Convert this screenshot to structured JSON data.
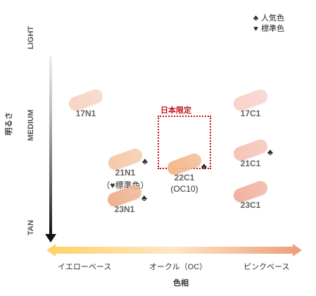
{
  "legend": [
    {
      "symbol": "♣",
      "label": "人気色"
    },
    {
      "symbol": "♥",
      "label": "標準色"
    }
  ],
  "axis": {
    "y_title": "明るさ",
    "y_ticks": [
      "LIGHT",
      "MEDIUM",
      "TAN"
    ],
    "x_title": "色相",
    "x_ticks": [
      "イエローベース",
      "オークル（OC）",
      "ピンクベース"
    ]
  },
  "highlight_label": "日本限定",
  "chart_data": {
    "type": "scatter",
    "xlabel": "色相",
    "ylabel": "明るさ",
    "x_categories": [
      "イエローベース",
      "オークル（OC）",
      "ピンクベース"
    ],
    "y_categories": [
      "LIGHT",
      "MEDIUM",
      "TAN"
    ],
    "points": [
      {
        "code": "17N1",
        "hue": "イエローベース",
        "brightness": 0.55,
        "color": "#f8d3c4",
        "popular": false
      },
      {
        "code": "21N1",
        "sub": "（♥標準色）",
        "hue": "イエローベース",
        "brightness": 1.2,
        "color": "#f5c9a8",
        "popular": true
      },
      {
        "code": "23N1",
        "hue": "イエローベース",
        "brightness": 1.6,
        "color": "#efb190",
        "popular": true
      },
      {
        "code": "22C1",
        "sub": "(OC10)",
        "hue": "オークル（OC）",
        "brightness": 1.25,
        "color": "#f3b98d",
        "popular": true,
        "japan_only": true
      },
      {
        "code": "17C1",
        "hue": "ピンクベース",
        "brightness": 0.55,
        "color": "#f9d2cb",
        "popular": false
      },
      {
        "code": "21C1",
        "hue": "ピンクベース",
        "brightness": 1.1,
        "color": "#f6c3b8",
        "popular": true
      },
      {
        "code": "23C1",
        "hue": "ピンクベース",
        "brightness": 1.55,
        "color": "#f0b1a0",
        "popular": false
      }
    ]
  }
}
